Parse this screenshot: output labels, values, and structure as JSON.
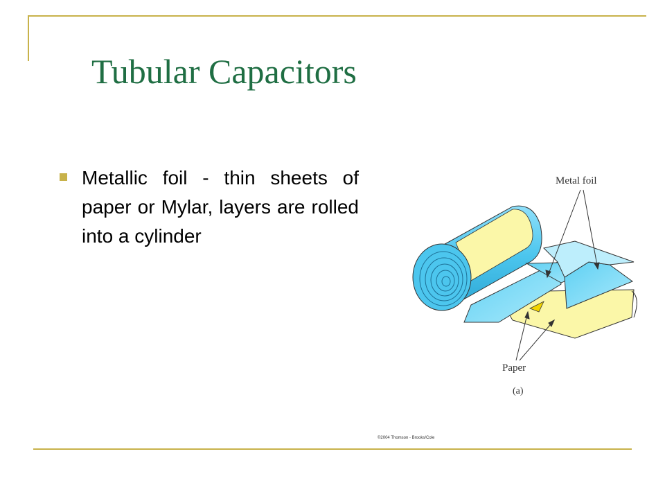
{
  "slide": {
    "title": "Tubular Capacitors",
    "bullets": [
      {
        "text": "Metallic foil - thin sheets of paper or Mylar, layers are rolled into a cylinder"
      }
    ]
  },
  "figure": {
    "labels": {
      "metal_foil": "Metal foil",
      "paper": "Paper",
      "caption": "(a)"
    },
    "colors": {
      "foil_blue": "#4cc6ee",
      "paper_yellow": "#fbf7a8"
    }
  },
  "footer": {
    "copyright": "©2004 Thomson - Brooks/Cole"
  },
  "theme": {
    "accent": "#c8b24a",
    "title_color": "#1f6e43"
  }
}
